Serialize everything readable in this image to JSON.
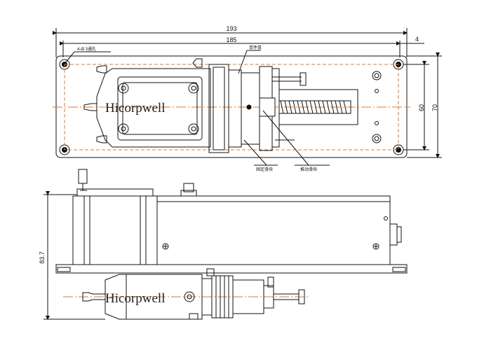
{
  "dimensions": {
    "overall_width": "193",
    "hole_spacing_width": "185",
    "edge_offset": "4",
    "hole_spacing_height": "60",
    "overall_height": "70",
    "total_height": "83.7",
    "hole_callout": "4-Ø 3通孔"
  },
  "callouts": {
    "top": "单件泵",
    "bottom_left": "固定滑块",
    "bottom_right": "推动滑块"
  },
  "watermark": {
    "top_view": "Hicorpwell",
    "side_view": "Hicorpwell"
  },
  "colors": {
    "line": "#111111",
    "centerline": "#e07a2a",
    "watermark": "#222222"
  }
}
